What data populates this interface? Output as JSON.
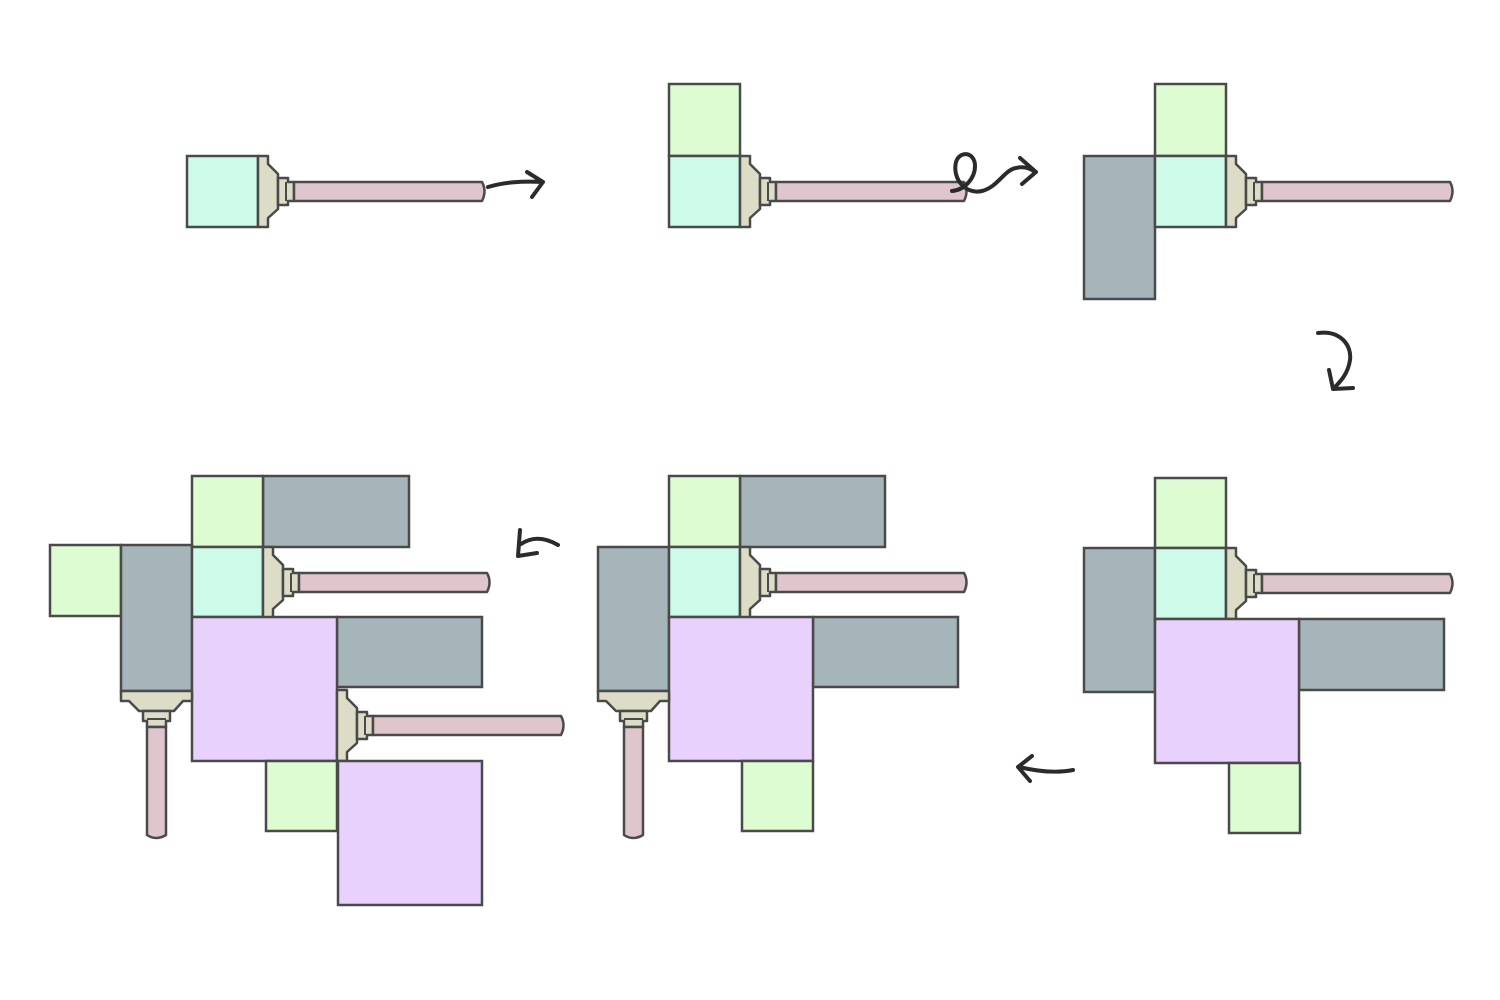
{
  "colors": {
    "stroke": "#4a4a4a",
    "arrow": "#2b2b2b",
    "cyan": "#cefbe9",
    "green": "#ddfcd2",
    "slate": "#a6b5b9",
    "purple": "#e8d1fd",
    "mount": "#dcdcc7",
    "shaft": "#dec6cc",
    "background": "#ffffff"
  },
  "diagram": {
    "steps": [
      {
        "id": "step-1",
        "pieces": [
          "cyan-square",
          "horizontal-shaft"
        ]
      },
      {
        "id": "step-2",
        "pieces": [
          "cyan-square",
          "green-square",
          "horizontal-shaft"
        ]
      },
      {
        "id": "step-3",
        "pieces": [
          "cyan-square",
          "green-square",
          "slate-bar",
          "horizontal-shaft"
        ]
      },
      {
        "id": "step-4",
        "pieces": [
          "cyan-square",
          "green-square",
          "slate-bar",
          "purple-square",
          "slate-bar",
          "green-square",
          "horizontal-shaft"
        ]
      },
      {
        "id": "step-5",
        "pieces": [
          "cyan-square",
          "green-square",
          "slate-bar",
          "slate-bar",
          "purple-square",
          "slate-bar",
          "green-square",
          "horizontal-shaft",
          "vertical-shaft"
        ]
      },
      {
        "id": "step-6",
        "pieces": [
          "cyan-square",
          "green-square",
          "green-square",
          "slate-bar",
          "slate-bar",
          "purple-square",
          "slate-bar",
          "green-square",
          "purple-square",
          "horizontal-shaft",
          "horizontal-shaft",
          "vertical-shaft"
        ]
      }
    ],
    "arrows": [
      {
        "id": "arrow-1",
        "style": "straight",
        "direction": "right"
      },
      {
        "id": "arrow-2",
        "style": "loop",
        "direction": "right"
      },
      {
        "id": "arrow-3",
        "style": "curved",
        "direction": "down"
      },
      {
        "id": "arrow-4",
        "style": "straight",
        "direction": "left"
      },
      {
        "id": "arrow-5",
        "style": "curved",
        "direction": "left"
      }
    ]
  }
}
